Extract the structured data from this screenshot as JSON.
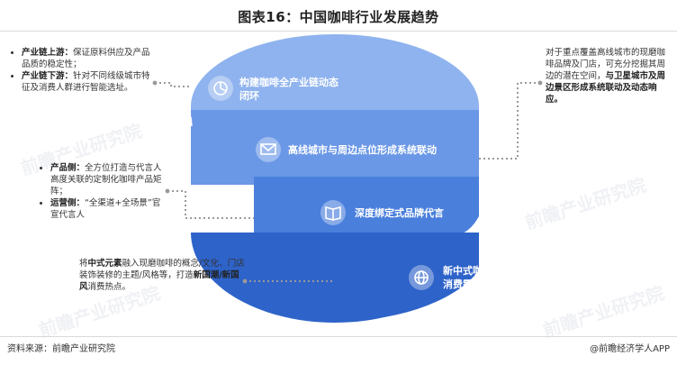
{
  "title": "图表16：中国咖啡行业发展趋势",
  "bands": [
    {
      "label_line1": "构建咖啡全产业链动态",
      "label_line2": "闭环",
      "icon": "pie-chart-icon"
    },
    {
      "label_line1": "高线城市与周边点位形成系统联动",
      "label_line2": "",
      "icon": "envelope-icon"
    },
    {
      "label_line1": "深度绑定式品牌代言",
      "label_line2": "",
      "icon": "book-icon"
    },
    {
      "label_line1": "新中式咖啡解锁文化",
      "label_line2": "消费需求",
      "icon": "globe-icon"
    }
  ],
  "notes": {
    "upstream_head": "产业链上游：",
    "upstream_text": "保证原料供应及产品品质的稳定性；",
    "downstream_head": "产业链下游：",
    "downstream_text": "针对不同线级城市特征及消费人群进行智能选址。",
    "city_text_a": "对于重点覆盖高线城市的现磨咖啡品牌及门店，可充分挖掘其周边的潜在空间，",
    "city_text_b": "与卫星城市及周边景区形成系统联动及动态响应。",
    "product_head": "产品侧：",
    "product_text": "全方位打造与代言人高度关联的定制化咖啡产品矩阵；",
    "ops_head": "运营侧：",
    "ops_text": "“全渠道+全场景”官宣代言人",
    "chinese_a": "将",
    "chinese_b": "中式元素",
    "chinese_c": "融入现磨咖啡的概念/文化、门店装饰装修的主题/风格等，打造",
    "chinese_d": "新国潮/新国风",
    "chinese_e": "消费热点。"
  },
  "watermark": "前瞻产业研究院",
  "source": "资料来源：前瞻产业研究院",
  "brand": "@前瞻经济学人APP",
  "colors": {
    "band1": "#8fb3ee",
    "band2": "#6b98e6",
    "band3": "#4a7fdc",
    "band4": "#2e63c9",
    "dots": "#9a9a9a"
  }
}
